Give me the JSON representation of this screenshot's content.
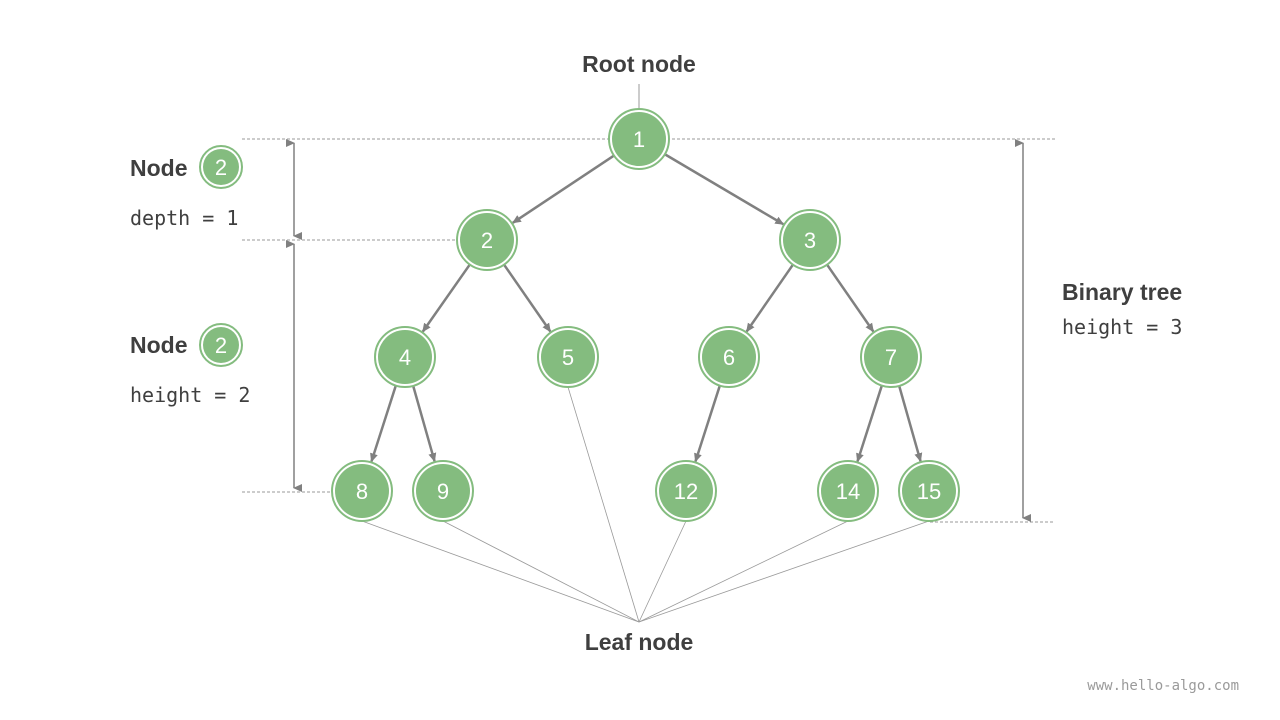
{
  "labels": {
    "root_node": "Root node",
    "leaf_node": "Leaf node",
    "node_a": "Node",
    "node_a_value": "2",
    "depth_text": "depth = 1",
    "node_b": "Node",
    "node_b_value": "2",
    "height_text": "height = 2",
    "binary_tree": "Binary tree",
    "tree_height_text": "height = 3",
    "watermark": "www.hello-algo.com"
  },
  "tree": {
    "nodes": [
      {
        "id": "1",
        "label": "1",
        "children": [
          "2",
          "3"
        ]
      },
      {
        "id": "2",
        "label": "2",
        "children": [
          "4",
          "5"
        ]
      },
      {
        "id": "3",
        "label": "3",
        "children": [
          "6",
          "7"
        ]
      },
      {
        "id": "4",
        "label": "4",
        "children": [
          "8",
          "9"
        ]
      },
      {
        "id": "5",
        "label": "5",
        "children": []
      },
      {
        "id": "6",
        "label": "6",
        "children": [
          "12"
        ]
      },
      {
        "id": "7",
        "label": "7",
        "children": [
          "14",
          "15"
        ]
      },
      {
        "id": "8",
        "label": "8",
        "children": []
      },
      {
        "id": "9",
        "label": "9",
        "children": []
      },
      {
        "id": "12",
        "label": "12",
        "children": []
      },
      {
        "id": "14",
        "label": "14",
        "children": []
      },
      {
        "id": "15",
        "label": "15",
        "children": []
      }
    ],
    "leaves": [
      "8",
      "9",
      "5",
      "12",
      "14",
      "15"
    ]
  },
  "colors": {
    "node_fill": "#84bc7f",
    "node_ring": "#84bc7f",
    "edge": "#808080",
    "guide": "#9a9a9a",
    "text": "#3f3f3f"
  }
}
